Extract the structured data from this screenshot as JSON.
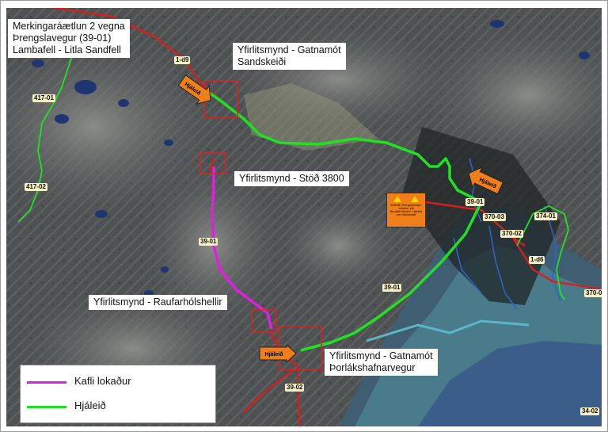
{
  "labels": {
    "title_box": "Merkingaráætlun 2 vegna\nÞrengslavegur (39-01)\nLambafell - Litla Sandfell",
    "sandskeid": "Yfirlitsmynd - Gatnamót\nSandskeiði",
    "stod": "Yfirlitsmynd - Stöð 3800",
    "raufarholshellir": "Yfirlitsmynd - Raufarhólshellir",
    "thorlakshofn": "Yfirlitsmynd - Gatnamót\nÞorlákshafnarvegur"
  },
  "roads": [
    "417-01",
    "417-02",
    "1-d9",
    "1-d6",
    "39-01",
    "39-01",
    "39-02",
    "370-03",
    "370-02",
    "374-01",
    "370-0",
    "34-02",
    "39-01"
  ],
  "signs": {
    "hjaleid": "Hjáleið",
    "warning_text": "VARÚÐ! Þrengslavegur lokaður við Raufarhólshelli. Hjáleið um Hellisheiði"
  },
  "legend": [
    {
      "label": "Kafli lokaður",
      "color": "#e020e0"
    },
    {
      "label": "Hjáleið",
      "color": "#22e122"
    }
  ],
  "colors": {
    "road_red": "#d22020",
    "closed": "#e020e0",
    "detour": "#22e122",
    "marker_box": "#e02020",
    "sign_orange": "#f07e1a"
  }
}
